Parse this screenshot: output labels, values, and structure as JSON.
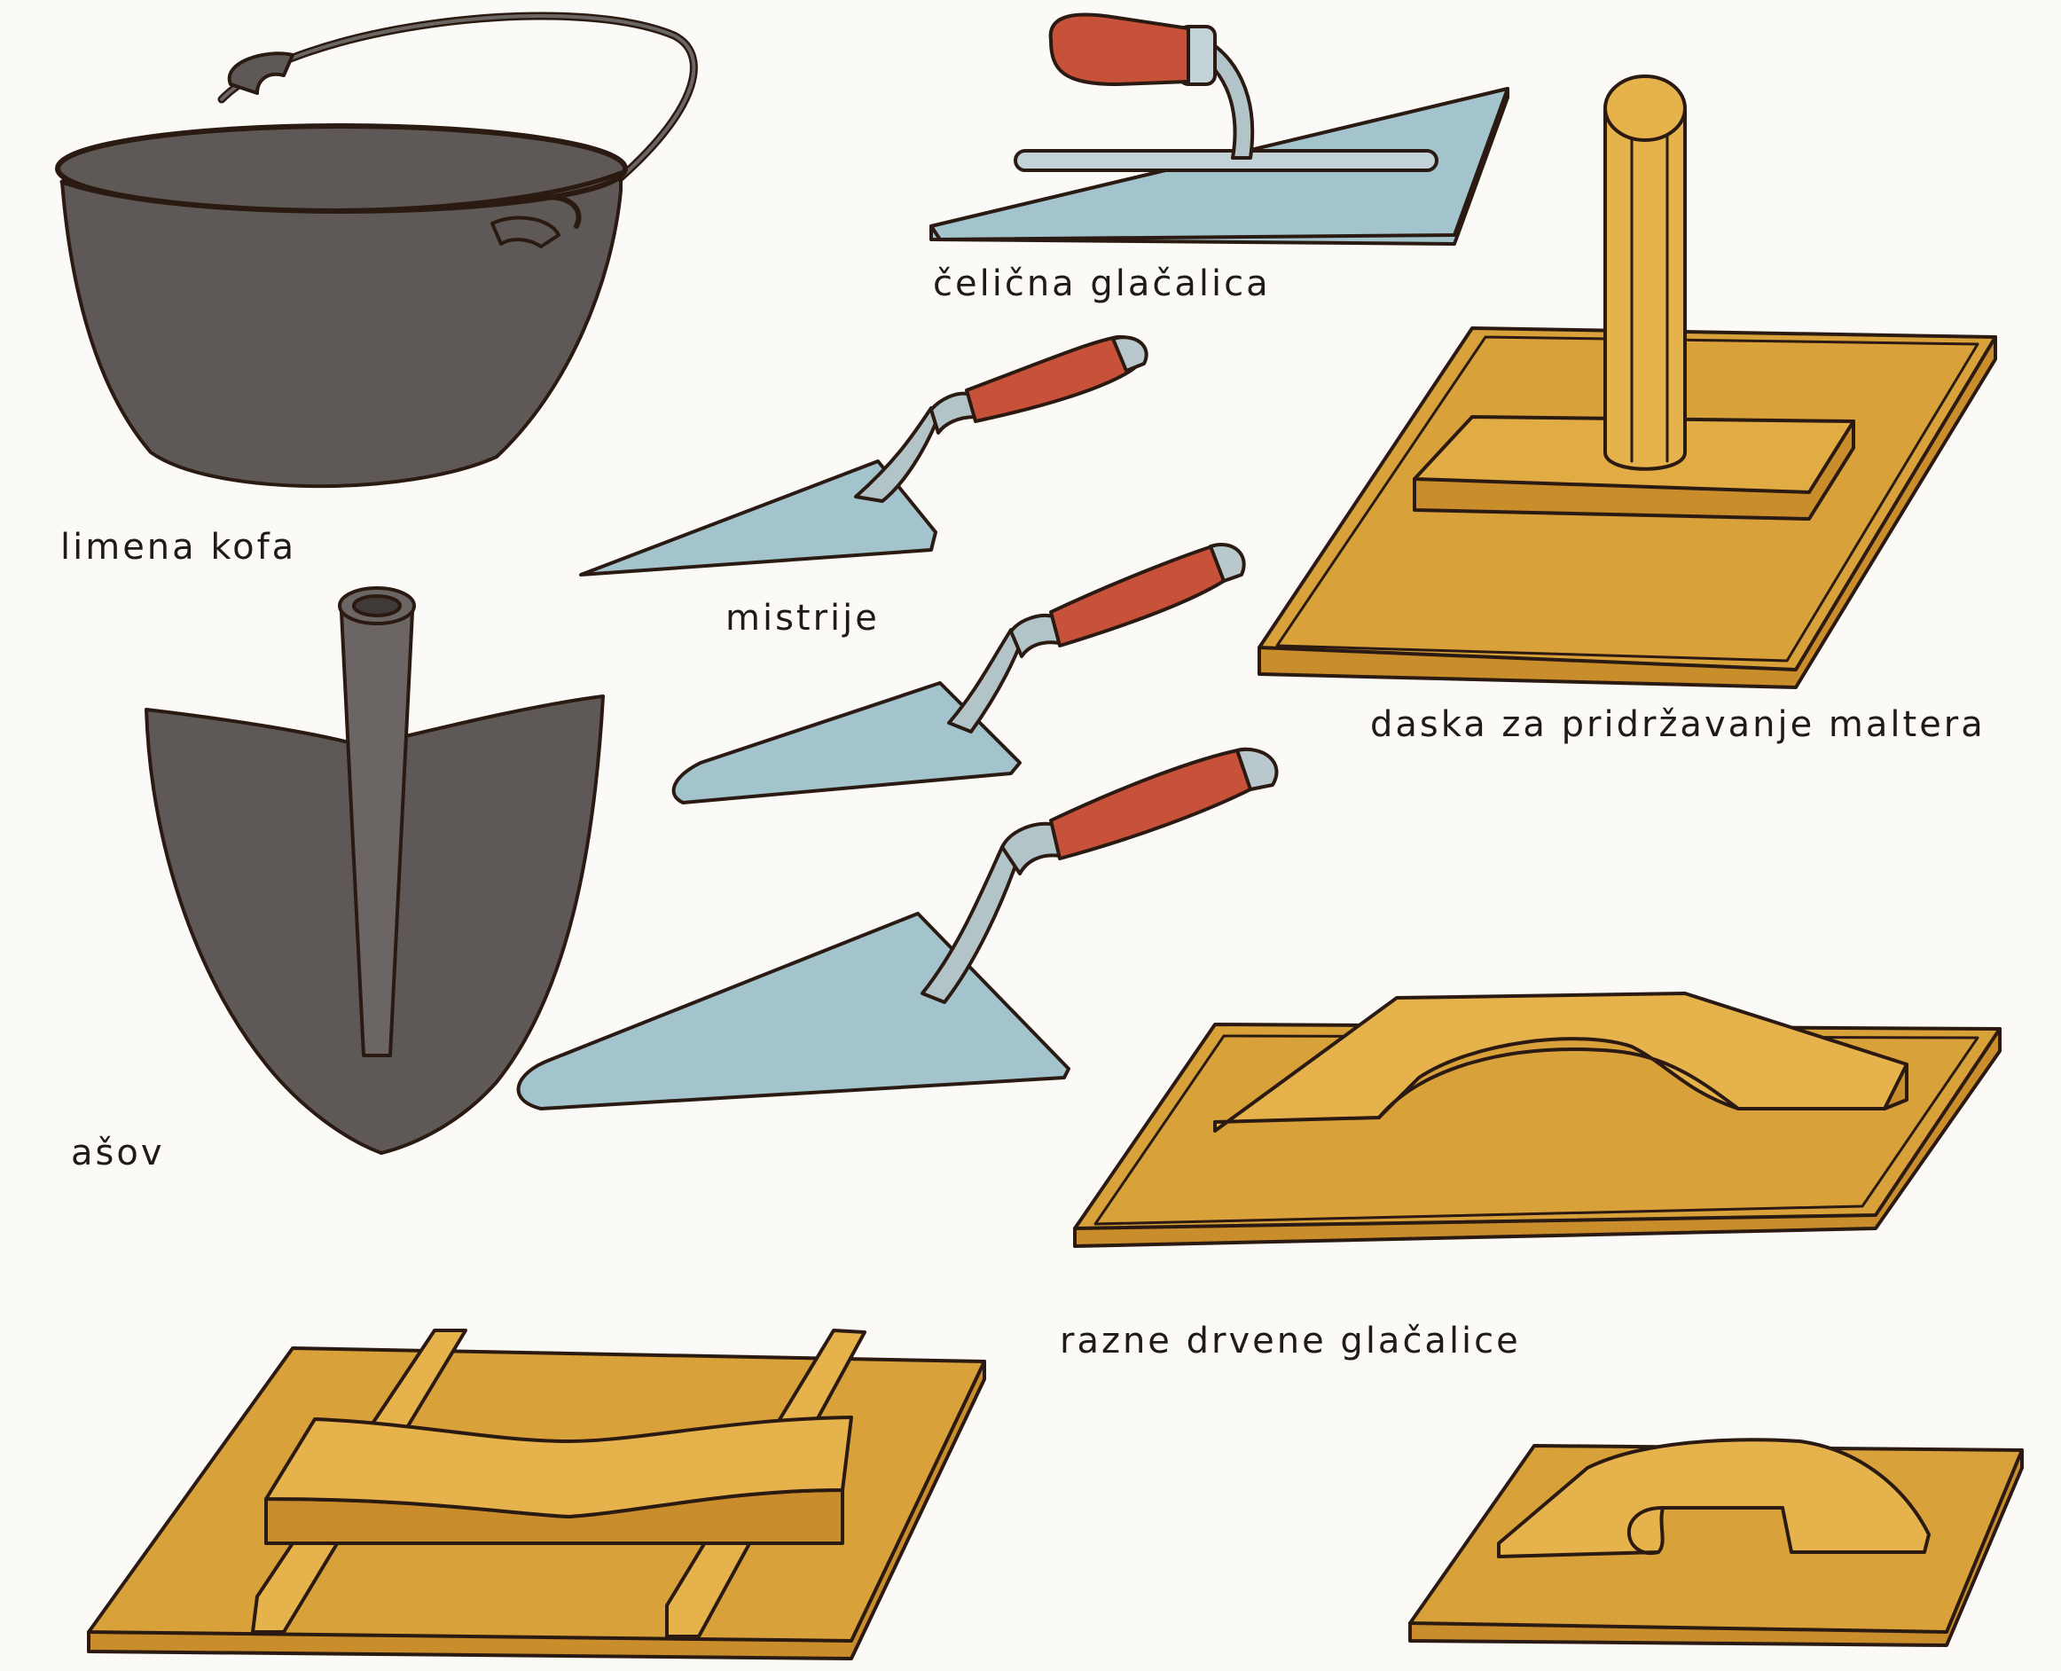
{
  "labels": {
    "bucket": "limena kofa",
    "steel_float": "čelična glačalica",
    "trowels": "mistrije",
    "hawk": "daska za pridržavanje maltera",
    "spade": "ašov",
    "wooden_floats": "razne drvene glačalice"
  },
  "colors": {
    "outline": "#2a1a12",
    "metal_gray": "#5e5956",
    "steel_blue": "#a3c4cc",
    "handle_red": "#c8513a",
    "handle_tip": "#b9c8cc",
    "wood": "#d9a13a",
    "wood_light": "#e6b24c",
    "background": "#fbfaf7"
  },
  "icons": [
    "tin-bucket-icon",
    "steel-float-icon",
    "brick-trowel-icon",
    "mortar-hawk-icon",
    "spade-icon",
    "wooden-float-icon"
  ]
}
